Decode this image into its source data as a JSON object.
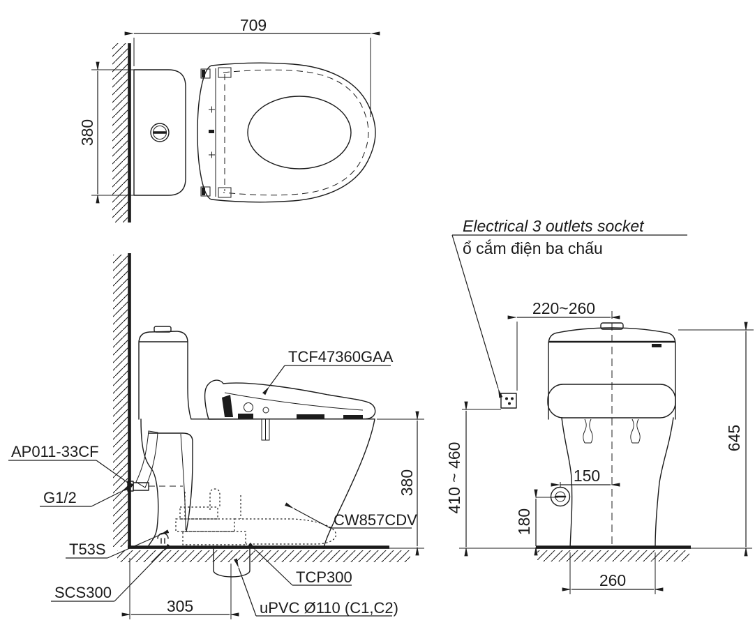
{
  "colors": {
    "line": "#1b1b1b",
    "background": "#ffffff"
  },
  "top_view": {
    "width_mm": "709",
    "depth_mm": "380"
  },
  "side_view": {
    "dims": {
      "seat_height_mm": "380",
      "rough_in_mm": "305"
    },
    "labels": {
      "seat_unit": "TCF47360GAA",
      "supply_hose": "AP011-33CF",
      "inlet_thread": "G1/2",
      "stop_valve": "T53S",
      "floor_set": "SCS300",
      "adapter": "TCP300",
      "bowl_model": "CW857CDV",
      "drain_pipe": "uPVC Ø110 (C1,C2)"
    }
  },
  "front_view": {
    "notes": {
      "socket_en": "Electrical 3 outlets socket",
      "socket_vi": "ổ cắm điện ba chấu"
    },
    "dims": {
      "socket_offset_mm": "220~260",
      "overall_height_mm": "645",
      "socket_height_mm": "410 ~ 460",
      "inlet_offset_mm": "150",
      "inlet_height_mm": "180",
      "base_width_mm": "260"
    }
  }
}
